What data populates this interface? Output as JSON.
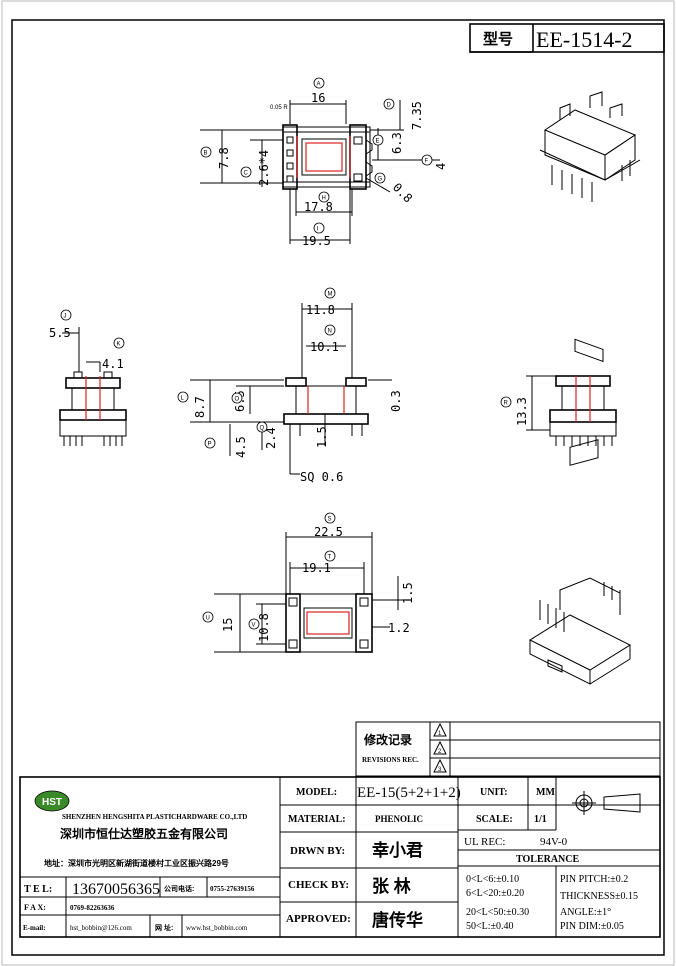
{
  "header": {
    "type_label": "型号",
    "part_number": "EE-1514-2"
  },
  "views": {
    "top": {
      "dim_16": "16",
      "dim_7_35": "7.35",
      "dim_6_3": "6.3",
      "dim_4": "4",
      "dim_7_8": "7.8",
      "dim_2_6x4": "2.6*4",
      "dim_0_8": "0.8",
      "dim_17_8": "17.8",
      "dim_19_5": "19.5",
      "note_small": "0.05 R",
      "circ": {
        "a": "A",
        "b": "B",
        "c": "C",
        "e": "E",
        "f": "F",
        "g": "G",
        "h": "H",
        "i": "I"
      }
    },
    "side_left": {
      "dim_5_5": "5.5",
      "dim_4_1": "4.1",
      "circ": {
        "j": "J",
        "k": "K"
      }
    },
    "front": {
      "dim_11_8": "11.8",
      "dim_10_1": "10.1",
      "dim_8_7": "8.7",
      "dim_6_5": "6.5",
      "dim_0_3": "0.3",
      "dim_4_5": "4.5",
      "dim_2_4": "2.4",
      "dim_1_5": "1.5",
      "sq": "SQ 0.6",
      "circ": {
        "l": "L",
        "m": "M",
        "n": "N",
        "o": "O",
        "p": "P",
        "q": "Q"
      }
    },
    "side_right": {
      "dim_13_3": "13.3",
      "circ": {
        "r": "R"
      }
    },
    "bottom": {
      "dim_22_5": "22.5",
      "dim_19_1": "19.1",
      "dim_15": "15",
      "dim_10_8": "10.8",
      "dim_1_5": "1.5",
      "dim_1_2": "1.2",
      "circ": {
        "s": "S",
        "t": "T",
        "u": "U",
        "v": "V"
      }
    }
  },
  "revision": {
    "title_cn": "修改记录",
    "title_en": "REVISIONS REC.",
    "marks": [
      "1",
      "2",
      "3"
    ]
  },
  "company": {
    "logo": "HST",
    "name_en": "SHENZHEN HENGSHITA PLASTICHARDWARE CO.,LTD",
    "name_cn": "深圳市恒仕达塑胶五金有限公司",
    "address": "地址：深圳市光明区新湖街道楼村工业区振兴路29号"
  },
  "contact": {
    "tel_label": "T E L:",
    "tel": "13670056365",
    "company_tel_label": "公司电话:",
    "company_tel": "0755-27639156",
    "fax_label": "F A X:",
    "fax": "0769-82263636",
    "email_label": "E-mail:",
    "email": "hst_bobbin@126.com",
    "web_label": "网 址:",
    "web": "www.hst_bobbin.com"
  },
  "title_block": {
    "model_label": "MODEL:",
    "model": "EE-15(5+2+1+2)",
    "material_label": "MATERIAL:",
    "material": "PHENOLIC",
    "drawn_label": "DRWN BY:",
    "drawn": "幸小君",
    "check_label": "CHECK BY:",
    "check": "张  林",
    "approved_label": "APPROVED:",
    "approved": "唐传华",
    "unit_label": "UNIT:",
    "unit": "MM",
    "scale_label": "SCALE:",
    "scale": "1/1",
    "ul_label": "UL REC:",
    "ul": "94V-0",
    "tolerance_label": "TOLERANCE",
    "tol": [
      "0<L<6:±0.10",
      "6<L<20:±0.20",
      "20<L<50:±0.30",
      "50<L:±0.40"
    ],
    "spec": [
      "PIN PITCH:±0.2",
      "THICKNESS±0.15",
      "ANGLE:±1°",
      "PIN DIM:±0.05"
    ]
  }
}
